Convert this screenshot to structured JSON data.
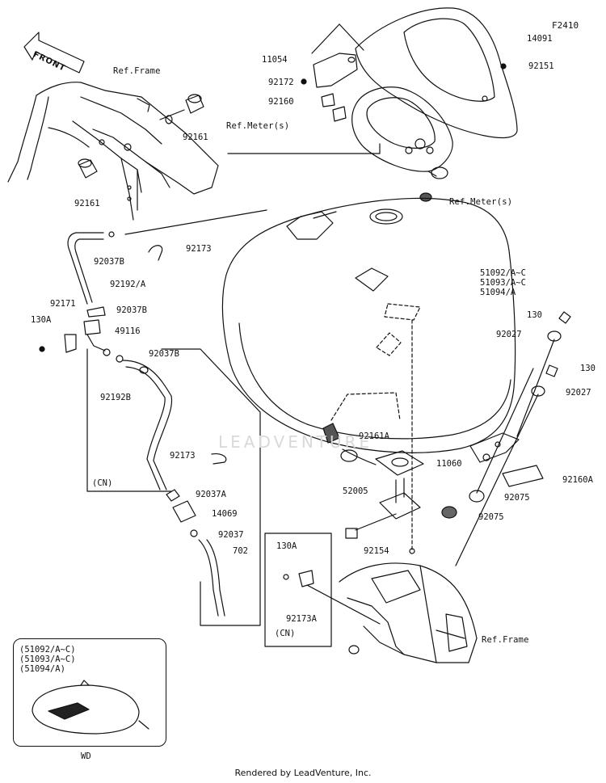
{
  "figure_id": "F2410",
  "front_label": "FRONT",
  "watermark": "LEADVENTURE",
  "footer": "Rendered by LeadVenture, Inc.",
  "refs": {
    "frame_top": "Ref.Frame",
    "meter_1": "Ref.Meter(s)",
    "meter_2": "Ref.Meter(s)",
    "frame_bottom": "Ref.Frame"
  },
  "cn_labels": {
    "hose_group": "(CN)",
    "bracket_group": "(CN)"
  },
  "parts": {
    "p14091": "14091",
    "p11054": "11054",
    "p92151": "92151",
    "p92172": "92172",
    "p92160": "92160",
    "p92161_top": "92161",
    "p92161_bottom": "92161",
    "p92037B_1": "92037B",
    "p92173_1": "92173",
    "p92192A": "92192/A",
    "p92171": "92171",
    "p92037B_2": "92037B",
    "p130A_1": "130A",
    "p49116": "49116",
    "p92037B_3": "92037B",
    "p92192B": "92192B",
    "p92173_2": "92173",
    "p92037A": "92037A",
    "p14069": "14069",
    "p92037": "92037",
    "p702": "702",
    "p130_1": "130",
    "p92027_1": "92027",
    "p130_2": "130",
    "p92027_2": "92027",
    "p92161A": "92161A",
    "p11060": "11060",
    "p52005": "52005",
    "p92160A": "92160A",
    "p92075_1": "92075",
    "p92075_2": "92075",
    "p92154": "92154",
    "p130A_2": "130A",
    "p92173A": "92173A"
  },
  "tank_parts": [
    "51092/A~C",
    "51093/A~C",
    "51094/A"
  ],
  "inset": {
    "lines": [
      "(51092/A~C)",
      "(51093/A~C)",
      "(51094/A)"
    ],
    "caption": "WD"
  }
}
